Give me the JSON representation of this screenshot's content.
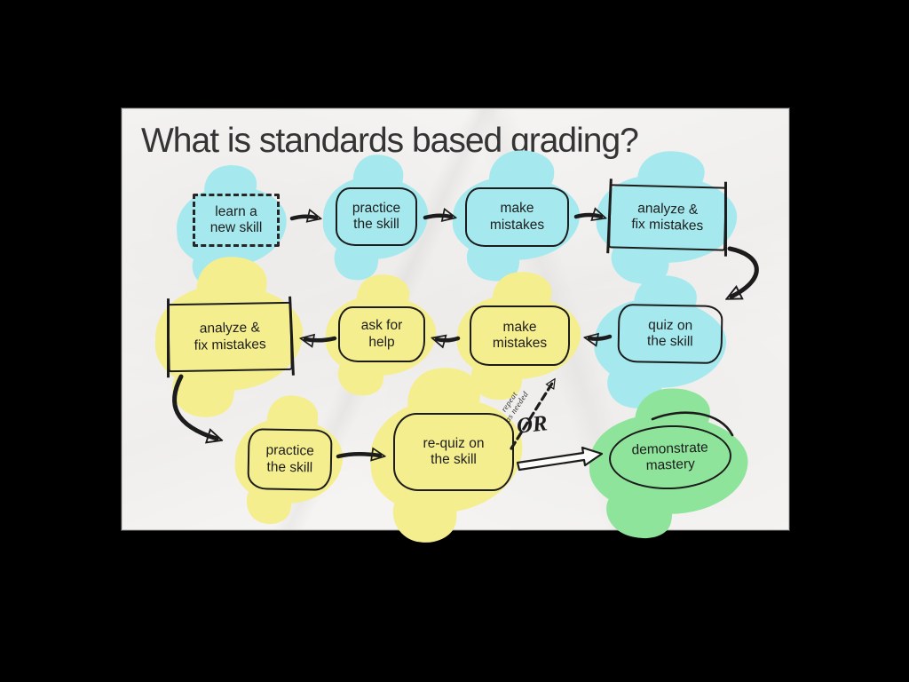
{
  "slide": {
    "title": "What is standards based grading?"
  },
  "palette": {
    "background": "#000000",
    "paper": "#f5f4f2",
    "ink": "#1c1c1c",
    "cyan": "#a5e9ee",
    "yellow": "#f5ee8e",
    "green": "#8ee49a"
  },
  "nodes": [
    {
      "id": "learn-new-skill",
      "line1": "learn a",
      "line2": "new skill",
      "highlight": "cyan",
      "shape": "dashed-rect"
    },
    {
      "id": "practice-skill-1",
      "line1": "practice",
      "line2": "the skill",
      "highlight": "cyan",
      "shape": "rounded"
    },
    {
      "id": "make-mistakes-1",
      "line1": "make",
      "line2": "mistakes",
      "highlight": "cyan",
      "shape": "rounded"
    },
    {
      "id": "analyze-fix-1",
      "line1": "analyze &",
      "line2": "fix mistakes",
      "highlight": "cyan",
      "shape": "rect"
    },
    {
      "id": "quiz-on-skill",
      "line1": "quiz on",
      "line2": "the skill",
      "highlight": "cyan",
      "shape": "rounded"
    },
    {
      "id": "make-mistakes-2",
      "line1": "make",
      "line2": "mistakes",
      "highlight": "yellow",
      "shape": "rounded"
    },
    {
      "id": "ask-for-help",
      "line1": "ask for",
      "line2": "help",
      "highlight": "yellow",
      "shape": "rounded"
    },
    {
      "id": "analyze-fix-2",
      "line1": "analyze &",
      "line2": "fix mistakes",
      "highlight": "yellow",
      "shape": "rect"
    },
    {
      "id": "practice-skill-2",
      "line1": "practice",
      "line2": "the skill",
      "highlight": "yellow",
      "shape": "rounded"
    },
    {
      "id": "requiz-on-skill",
      "line1": "re-quiz on",
      "line2": "the skill",
      "highlight": "yellow",
      "shape": "rounded-lg"
    },
    {
      "id": "demonstrate-mastery",
      "line1": "demonstrate",
      "line2": "mastery",
      "highlight": "green",
      "shape": "ellipse"
    }
  ],
  "annotations": {
    "or": "OR",
    "repeat_line1": "repeat",
    "repeat_line2": "as needed"
  }
}
